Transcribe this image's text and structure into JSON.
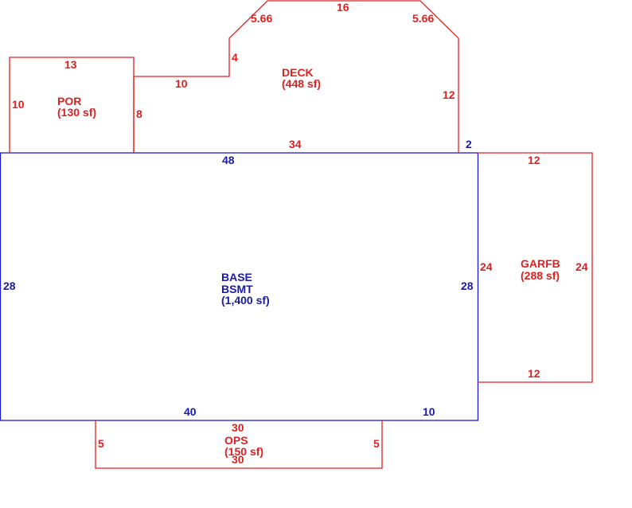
{
  "areas": {
    "base": {
      "name_line1": "BASE",
      "name_line2": "BSMT",
      "area": "(1,400 sf)",
      "color": "#1a1acc"
    },
    "deck": {
      "name": "DECK",
      "area": "(448 sf)",
      "color": "#e02020"
    },
    "por": {
      "name": "POR",
      "area": "(130 sf)",
      "color": "#e02020"
    },
    "garfb": {
      "name": "GARFB",
      "area": "(288 sf)",
      "color": "#e02020"
    },
    "ops": {
      "name": "OPS",
      "area": "(150 sf)",
      "color": "#e02020"
    }
  },
  "dimensions": {
    "base_top": "48",
    "base_left": "28",
    "base_right": "28",
    "base_bottom_left": "40",
    "base_bottom_right": "10",
    "deck_top": "16",
    "deck_diag_left": "5.66",
    "deck_diag_right": "5.66",
    "deck_step_vertical": "4",
    "deck_step_horizontal": "10",
    "deck_right": "12",
    "deck_bottom": "34",
    "deck_right_step": "2",
    "por_top": "13",
    "por_left": "10",
    "por_right": "8",
    "garfb_top": "12",
    "garfb_bottom": "12",
    "garfb_left": "24",
    "garfb_right": "24",
    "ops_top": "30",
    "ops_bottom": "30",
    "ops_left": "5",
    "ops_right": "5"
  }
}
